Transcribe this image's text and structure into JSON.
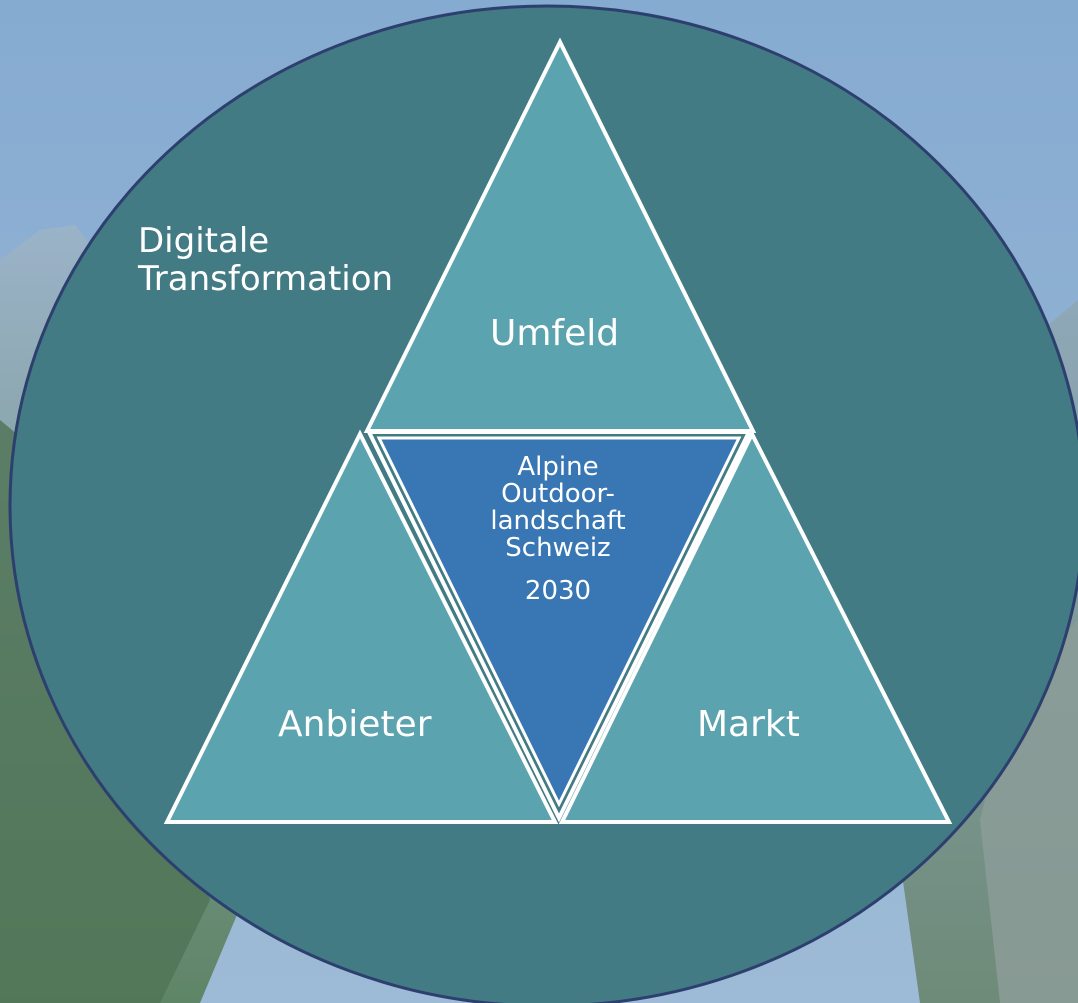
{
  "diagram": {
    "outer_circle_label": [
      "Digitale",
      "Transformation"
    ],
    "top_triangle_label": "Umfeld",
    "left_triangle_label": "Anbieter",
    "right_triangle_label": "Markt",
    "center_triangle_label": [
      "Alpine",
      "Outdoor-",
      "landschaft",
      "Schweiz"
    ],
    "center_triangle_year": "2030"
  },
  "colors": {
    "circle_fill": "#427b84",
    "circle_stroke": "#2d3f6e",
    "outer_triangle_fill": "#5ba3ae",
    "center_triangle_fill": "#3876b4",
    "stroke": "#ffffff",
    "sky": "#7fa6c9"
  }
}
